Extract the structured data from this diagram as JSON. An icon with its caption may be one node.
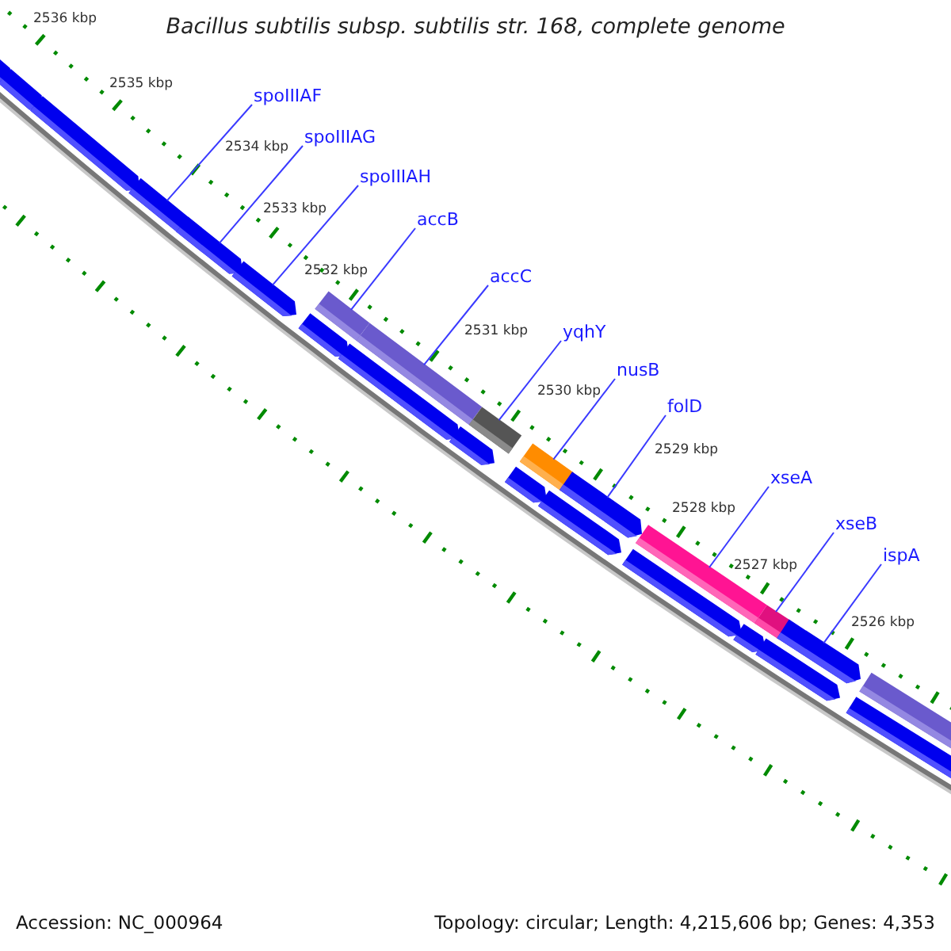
{
  "diagram": {
    "title": "Bacillus subtilis subsp. subtilis str. 168, complete genome",
    "nodes": [
      {
        "text": [
          "spoIIIAF"
        ]
      },
      {
        "text": [
          "spoIIIAG"
        ]
      },
      {
        "text": [
          "spoIIIAH"
        ]
      },
      {
        "text": [
          "accB"
        ]
      },
      {
        "text": [
          "accC"
        ]
      },
      {
        "text": [
          "yqhY"
        ]
      },
      {
        "text": [
          "nusB"
        ]
      },
      {
        "text": [
          "folD"
        ]
      },
      {
        "text": [
          "xseA"
        ]
      },
      {
        "text": [
          "xseB"
        ]
      },
      {
        "text": [
          "ispA"
        ]
      },
      {
        "text": [],
        "shape": "arrow"
      },
      {
        "text": [],
        "shape": "arrow"
      },
      {
        "text": [],
        "shape": "arrow"
      },
      {
        "text": [],
        "shape": "arrow"
      },
      {
        "text": [],
        "shape": "arrow"
      },
      {
        "text": [],
        "shape": "arrow"
      },
      {
        "text": [],
        "shape": "arrow"
      },
      {
        "text": [],
        "shape": "arrow"
      },
      {
        "text": [],
        "shape": "arrow"
      },
      {
        "text": [],
        "shape": "arrow"
      },
      {
        "text": [],
        "shape": "arrow"
      },
      {
        "text": [],
        "shape": "arrow"
      },
      {
        "text": [],
        "shape": "arrow"
      },
      {
        "text": [],
        "shape": "arrow"
      },
      {
        "text": [],
        "shape": "arrow"
      },
      {
        "text": [],
        "shape": "bar"
      },
      {
        "text": [],
        "shape": "bar"
      },
      {
        "text": [],
        "shape": "bar"
      },
      {
        "text": [],
        "shape": "bar"
      },
      {
        "text": [],
        "shape": "arrow"
      },
      {
        "text": [],
        "shape": "bar"
      },
      {
        "text": [],
        "shape": "bar"
      },
      {
        "text": [],
        "shape": "arrow"
      },
      {
        "text": [],
        "shape": "bar"
      }
    ],
    "edges": [
      {
        "from": 0,
        "to": 14,
        "arrow": "none"
      },
      {
        "from": 1,
        "to": 15,
        "arrow": "none"
      },
      {
        "from": 2,
        "to": 16,
        "arrow": "none"
      },
      {
        "from": 3,
        "to": 26,
        "arrow": "none"
      },
      {
        "from": 4,
        "to": 27,
        "arrow": "none"
      },
      {
        "from": 5,
        "to": 28,
        "arrow": "none"
      },
      {
        "from": 6,
        "to": 29,
        "arrow": "none"
      },
      {
        "from": 7,
        "to": 30,
        "arrow": "none"
      },
      {
        "from": 8,
        "to": 31,
        "arrow": "none"
      },
      {
        "from": 9,
        "to": 32,
        "arrow": "none"
      },
      {
        "from": 10,
        "to": 33,
        "arrow": "none"
      }
    ],
    "labels": [
      "2536 kbp",
      "2535 kbp",
      "2534 kbp",
      "2533 kbp",
      "2532 kbp",
      "2531 kbp",
      "2530 kbp",
      "2529 kbp",
      "2528 kbp",
      "2527 kbp",
      "2526 kbp",
      "Accession: NC_000964",
      "Topology: circular; Length: 4,215,606 bp; Genes: 4,353"
    ]
  }
}
